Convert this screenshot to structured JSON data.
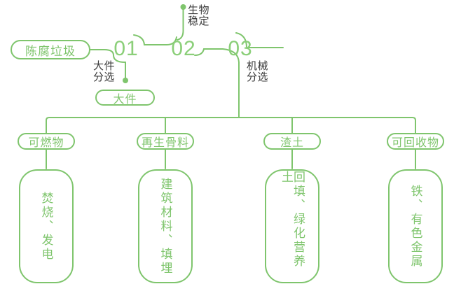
{
  "colors": {
    "green": "#7fc56d",
    "green_number": "#8bcf79",
    "dark_text": "#3b3b3b",
    "background": "#ffffff"
  },
  "source": {
    "label": "陈腐垃圾"
  },
  "steps": [
    {
      "number": "01",
      "process_label": "大件\n分选",
      "output_label": "大件"
    },
    {
      "number": "02",
      "process_label": "生物\n稳定"
    },
    {
      "number": "03",
      "process_label": "机械\n分选"
    }
  ],
  "branches": [
    {
      "category": "可燃物",
      "outcome": "焚烧、发电"
    },
    {
      "category": "再生骨料",
      "outcome": "建筑材料、填埋"
    },
    {
      "category": "渣土",
      "outcome": "回填、绿化营养土"
    },
    {
      "category": "可回收物",
      "outcome": "铁、有色金属"
    }
  ]
}
